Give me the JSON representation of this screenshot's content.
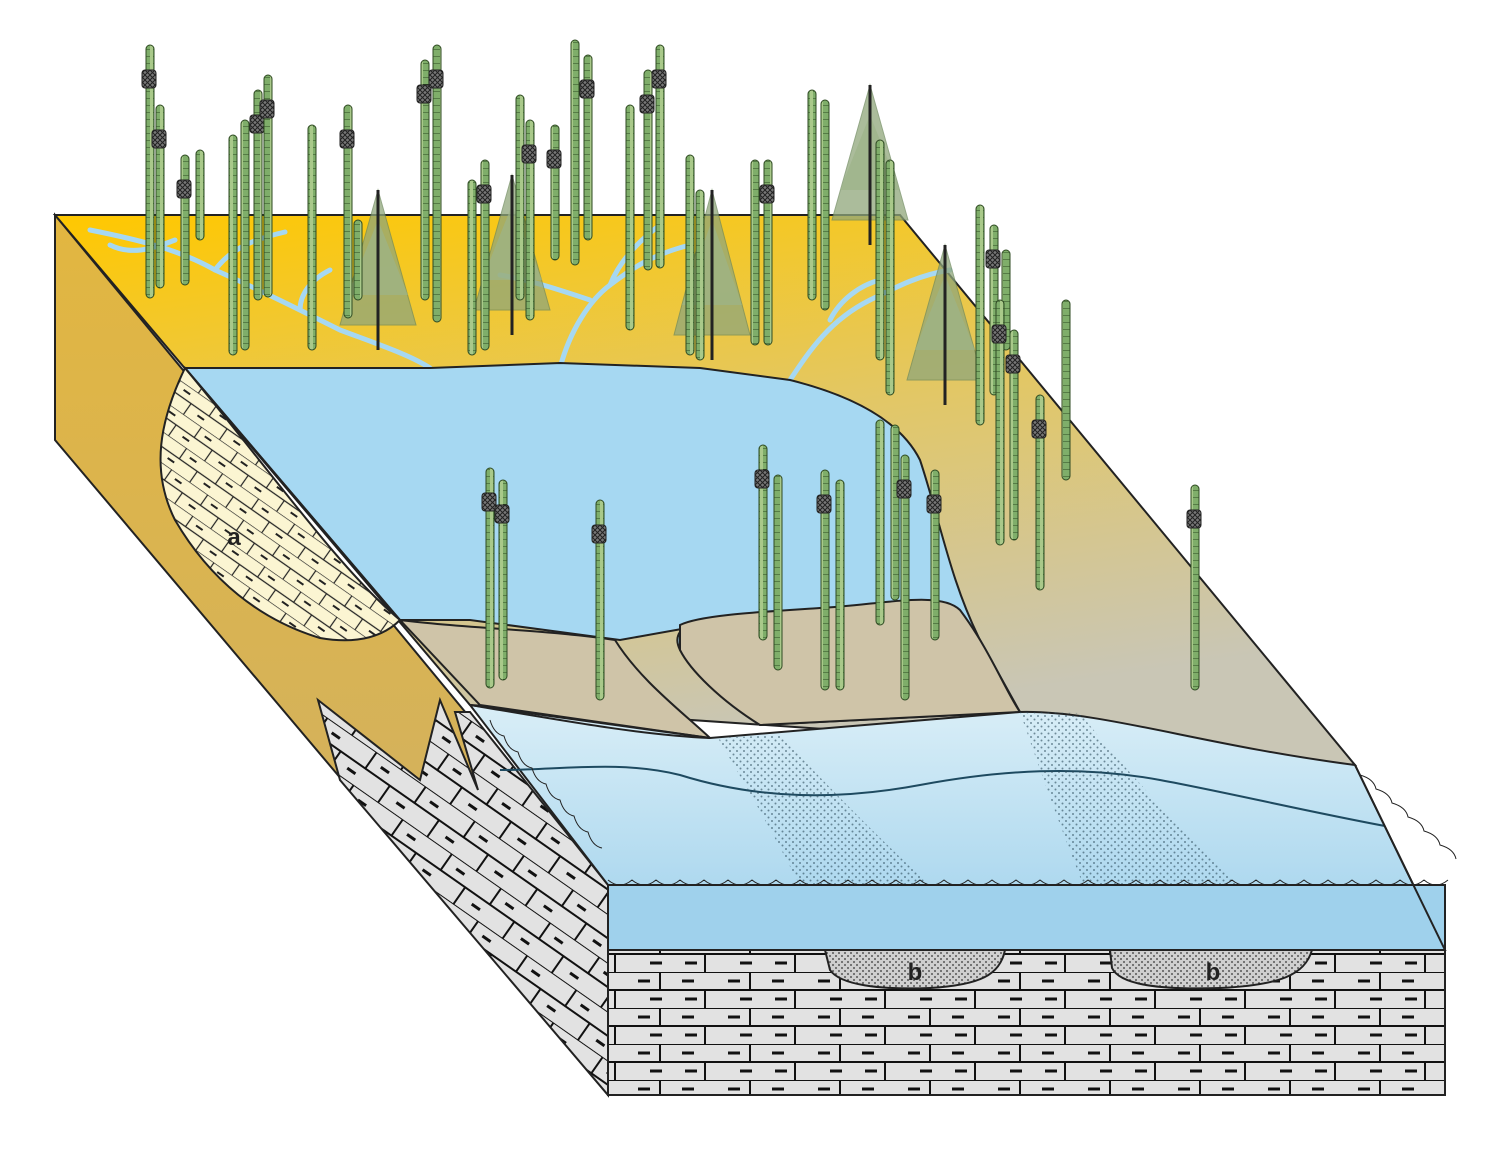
{
  "labels": {
    "a": "a",
    "b_left": "b",
    "b_right": "b"
  },
  "colors": {
    "land_top": "#f4c430",
    "land_bottom": "#d0c4a0",
    "water": "#a6d8f2",
    "marine_water": "#a8d6ee",
    "shoal": "#cfc4a8",
    "limestone": "#e2e2e2",
    "plant_green": "#7fae6a",
    "conifer": "#8fa67a",
    "outline": "#222222"
  }
}
